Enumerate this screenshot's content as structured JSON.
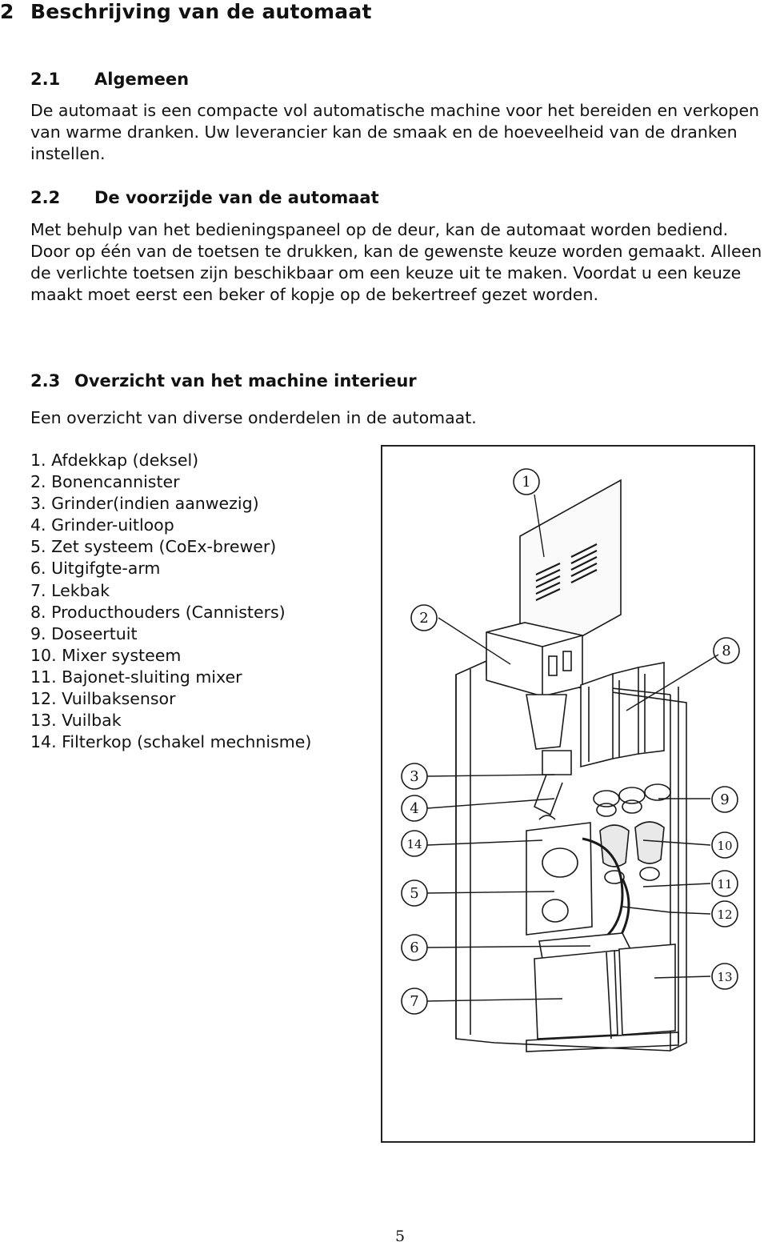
{
  "chapter": {
    "number": "2",
    "title": "Beschrijving van de automaat"
  },
  "sections": [
    {
      "number": "2.1",
      "title": "Algemeen",
      "text": "De automaat is een compacte vol automatische machine voor het bereiden en verkopen van warme dranken. Uw leverancier kan de smaak en de hoeveelheid van de dranken instellen."
    },
    {
      "number": "2.2",
      "title": "De voorzijde van de automaat",
      "text": "Met behulp van het bedieningspaneel op de deur, kan de automaat worden bediend. Door op één van de toetsen te drukken, kan de gewenste keuze worden gemaakt. Alleen de verlichte toetsen zijn beschikbaar om een keuze uit te maken. Voordat u een keuze maakt moet eerst een beker of kopje op de bekertreef gezet worden."
    },
    {
      "number": "2.3",
      "title": "Overzicht van het machine interieur",
      "text": "Een overzicht van diverse onderdelen in de automaat."
    }
  ],
  "parts": [
    "1. Afdekkap (deksel)",
    "2. Bonencannister",
    "3. Grinder(indien aanwezig)",
    "4. Grinder-uitloop",
    "5. Zet systeem (CoEx-brewer)",
    "6. Uitgifgte-arm",
    "7. Lekbak",
    "8. Producthouders (Cannisters)",
    "9. Doseertuit",
    "10. Mixer systeem",
    "11. Bajonet-sluiting mixer",
    "12. Vuilbaksensor",
    "13. Vuilbak",
    "14. Filterkop (schakel mechnisme)"
  ],
  "callouts": [
    "1",
    "2",
    "3",
    "4",
    "5",
    "6",
    "7",
    "8",
    "9",
    "10",
    "11",
    "12",
    "13",
    "14"
  ],
  "page_number": "5"
}
